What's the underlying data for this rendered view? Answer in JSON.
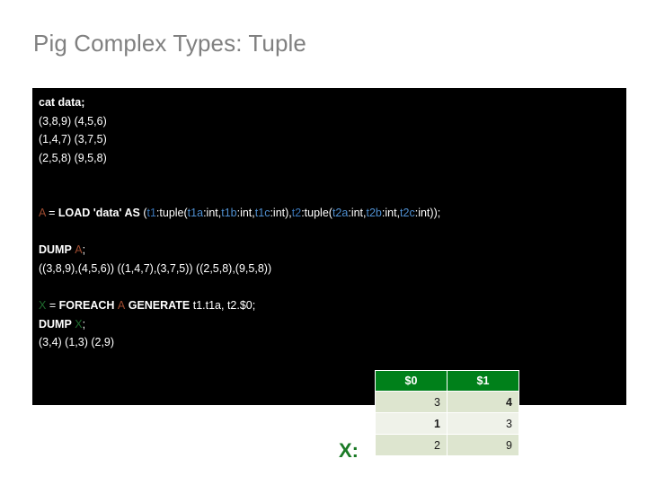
{
  "slide": {
    "title": "Pig Complex Types: Tuple",
    "title_color": "#808080"
  },
  "code_panel": {
    "background": "#000000",
    "blocks": {
      "cat": {
        "command": "cat data;",
        "output": [
          "(3,8,9) (4,5,6)",
          "(1,4,7) (3,7,5)",
          "(2,5,8) (9,5,8)"
        ]
      },
      "load": {
        "relation": "A",
        "eq": " = ",
        "kw_load": "LOAD",
        "path": " 'data' ",
        "kw_as": "AS",
        "open": " (",
        "t1": "t1",
        "t1_type": ":tuple(",
        "t1a": "t1a",
        "t1a_type": ":int,",
        "t1b": "t1b",
        "t1b_type": ":int,",
        "t1c": "t1c",
        "t1c_type": ":int),",
        "t2": "t2",
        "t2_type": ":tuple(",
        "t2a": "t2a",
        "t2a_type": ":int,",
        "t2b": "t2b",
        "t2b_type": ":int,",
        "t2c": "t2c",
        "t2c_type": ":int));"
      },
      "dump_a": {
        "kw_dump": "DUMP",
        "relation": "A",
        "semi": ";",
        "output": "((3,8,9),(4,5,6)) ((1,4,7),(3,7,5)) ((2,5,8),(9,5,8))"
      },
      "foreach": {
        "relation": "X",
        "eq": " = ",
        "kw_foreach": "FOREACH",
        "source": "A",
        "kw_generate": "GENERATE",
        "projection": " t1.t1a, t2.$0;",
        "kw_dump": "DUMP",
        "dump_relation": "X",
        "semi": ";",
        "output": "(3,4) (1,3) (2,9)"
      }
    }
  },
  "result": {
    "label": "X:",
    "label_color": "#1a7a25",
    "header_color": "#00801a",
    "row_color_odd": "#dde5cf",
    "row_color_even": "#eff2e9",
    "columns": [
      "$0",
      "$1"
    ],
    "rows": [
      {
        "c0": "3",
        "c1": "4",
        "bold": "c1"
      },
      {
        "c0": "1",
        "c1": "3",
        "bold": "c0"
      },
      {
        "c0": "2",
        "c1": "9",
        "bold": "none"
      }
    ]
  }
}
